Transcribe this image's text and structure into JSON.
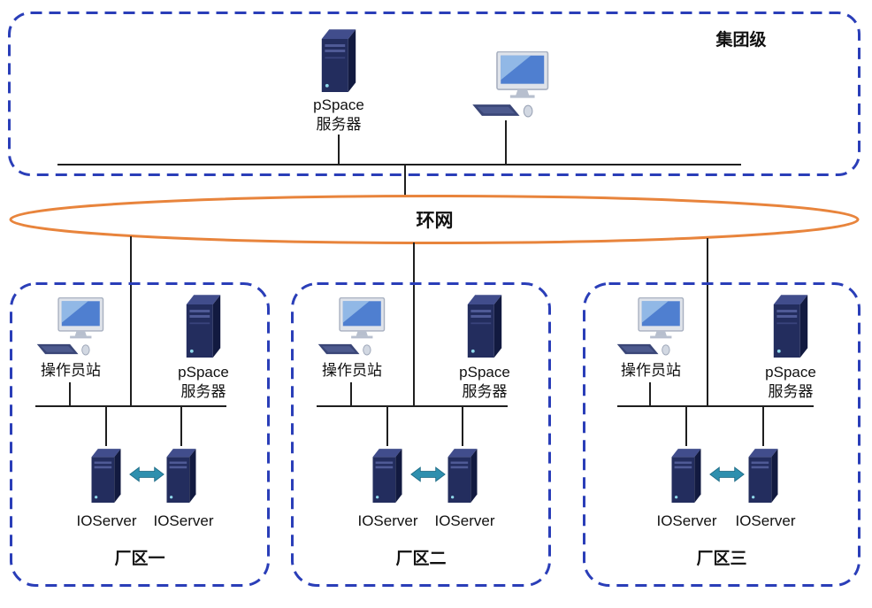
{
  "group": {
    "label": "集团级",
    "server_label_line1": "pSpace",
    "server_label_line2": "服务器"
  },
  "ring": {
    "label": "环网"
  },
  "factories": [
    {
      "title": "厂区一",
      "operator": "操作员站",
      "pspace_line1": "pSpace",
      "pspace_line2": "服务器",
      "io_left": "IOServer",
      "io_right": "IOServer"
    },
    {
      "title": "厂区二",
      "operator": "操作员站",
      "pspace_line1": "pSpace",
      "pspace_line2": "服务器",
      "io_left": "IOServer",
      "io_right": "IOServer"
    },
    {
      "title": "厂区三",
      "operator": "操作员站",
      "pspace_line1": "pSpace",
      "pspace_line2": "服务器",
      "io_left": "IOServer",
      "io_right": "IOServer"
    }
  ],
  "colors": {
    "dashed_border_blue": "#2a3eb8",
    "ring_orange": "#e8843c",
    "connector_line": "#1f1f1f",
    "server_navy_front": "#232d5e",
    "server_navy_top": "#414d8c",
    "server_navy_side": "#121a40",
    "screen_blue": "#4f7fd0",
    "arrow_teal": "#2e8fae"
  }
}
